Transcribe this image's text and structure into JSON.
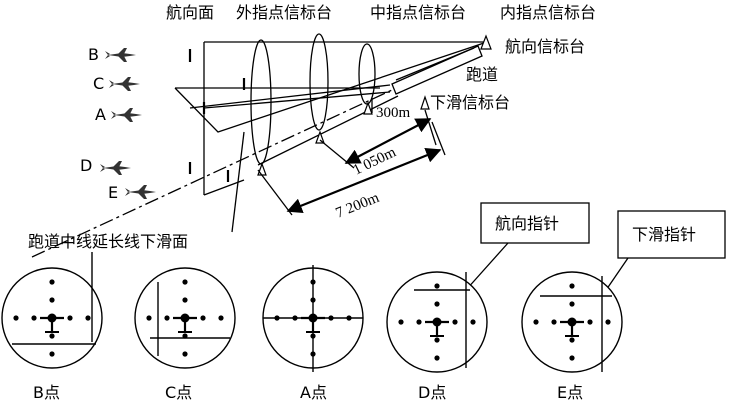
{
  "top_labels": {
    "course_plane": "航向面",
    "outer_marker": "外指点信标台",
    "middle_marker": "中指点信标台",
    "inner_marker": "内指点信标台",
    "localizer": "航向信标台",
    "runway": "跑道",
    "glideslope": "下滑信标台",
    "extended_centerline_glide_plane": "跑道中线延长线下滑面"
  },
  "distances": {
    "d1": "300m",
    "d2": "1 050m",
    "d3": "7 200m"
  },
  "aircraft_points": [
    "B",
    "C",
    "A",
    "D",
    "E"
  ],
  "callouts": {
    "course_needle": "航向指针",
    "glide_needle": "下滑指针"
  },
  "indicators": [
    {
      "label": "B点"
    },
    {
      "label": "C点"
    },
    {
      "label": "A点"
    },
    {
      "label": "D点"
    },
    {
      "label": "E点"
    }
  ]
}
